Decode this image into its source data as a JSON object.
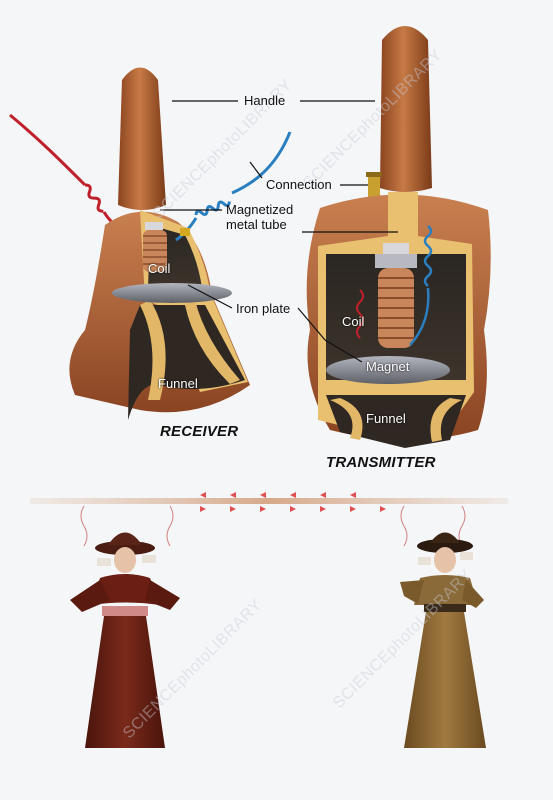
{
  "labels": {
    "handle": "Handle",
    "connection": "Connection",
    "magnetized_line1": "Magnetized",
    "magnetized_line2": "metal tube",
    "coil_receiver": "Coil",
    "iron_plate": "Iron plate",
    "funnel_receiver": "Funnel",
    "coil_transmitter": "Coil",
    "magnet": "Magnet",
    "funnel_transmitter": "Funnel"
  },
  "captions": {
    "receiver": "RECEIVER",
    "transmitter": "TRANSMITTER"
  },
  "watermark": "SCIENCEphotoLIBRARY",
  "colors": {
    "wood": "#b96a3a",
    "wood_dark": "#7e3e1c",
    "cutaway": "#e8c070",
    "wire_red": "#c0202a",
    "wire_blue": "#2a7fc0",
    "plate": "#8c8c96",
    "copper": "#c8865a",
    "signal_arrow": "#e05050"
  }
}
